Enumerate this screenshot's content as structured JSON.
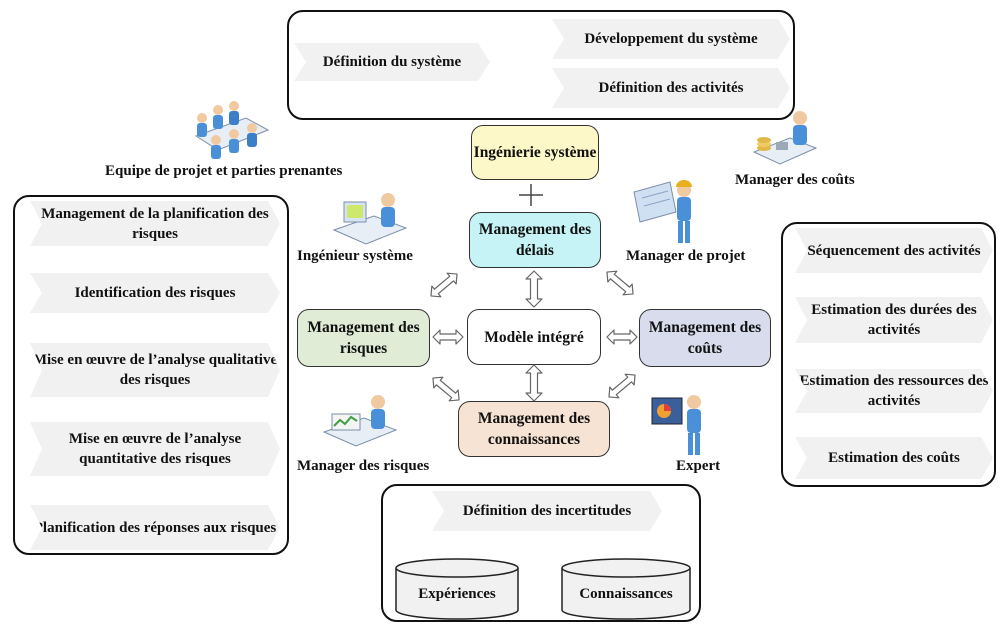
{
  "top_group": {
    "definition_systeme": "Définition du système",
    "developpement_systeme": "Développement du système",
    "definition_activites": "Définition des activités"
  },
  "left_group": {
    "steps": [
      "Management de la planification des risques",
      "Identification des risques",
      "Mise en œuvre de l’analyse qualitative des risques",
      "Mise en œuvre de l’analyse quantitative des risques",
      "Planification des réponses aux risques"
    ]
  },
  "right_group": {
    "steps": [
      "Séquencement des activités",
      "Estimation des durées des activités",
      "Estimation des ressources des activités",
      "Estimation des coûts"
    ]
  },
  "bottom_group": {
    "definition_incertitudes": "Définition des incertitudes",
    "experiences": "Expériences",
    "connaissances": "Connaissances"
  },
  "center": {
    "ingenierie": "Ingénierie système",
    "delais": "Management des délais",
    "modele": "Modèle intégré",
    "risques": "Management des risques",
    "couts": "Management des coûts",
    "connaissances": "Management des connaissances"
  },
  "roles": {
    "equipe": "Equipe de projet et parties prenantes",
    "manager_couts": "Manager des coûts",
    "ingenieur": "Ingénieur système",
    "manager_projet": "Manager de projet",
    "manager_risques": "Manager des risques",
    "expert": "Expert"
  },
  "colors": {
    "ingenierie": "#fdf8c8",
    "delais": "#c6f4f6",
    "modele": "#ffffff",
    "risques": "#e1ecd6",
    "couts": "#d8dcec",
    "connaissances": "#f7e3d3",
    "process_step": "#f1f1f1"
  },
  "icons": {
    "equipe": "meeting-team-icon",
    "manager_couts": "accountant-icon",
    "ingenieur": "engineer-computer-icon",
    "manager_projet": "project-manager-blueprint-icon",
    "manager_risques": "risk-analyst-icon",
    "expert": "expert-presentation-icon"
  }
}
